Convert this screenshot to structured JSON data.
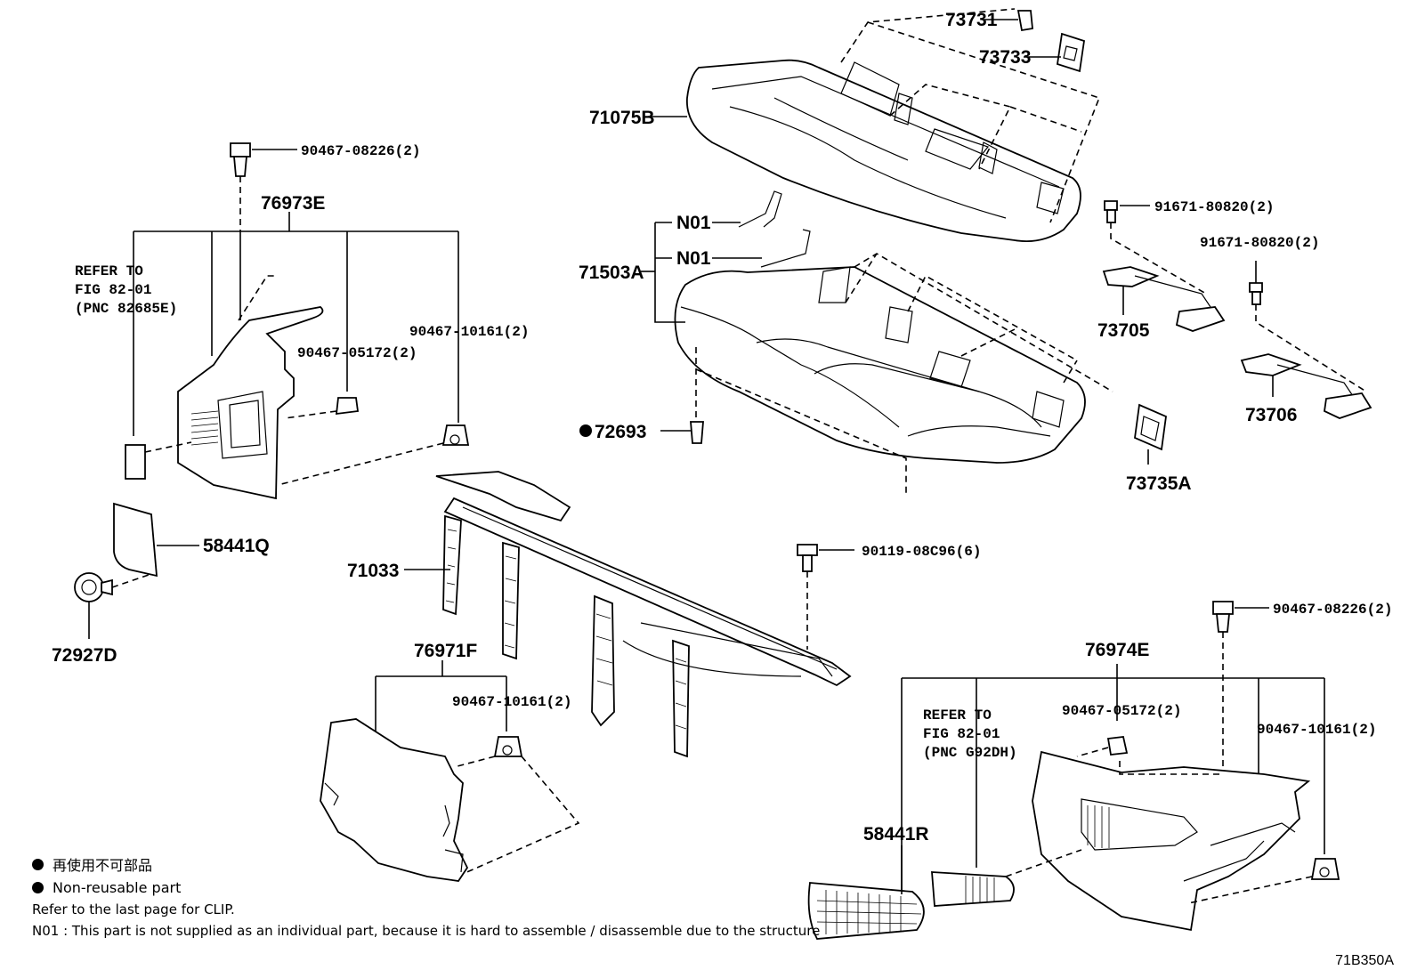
{
  "diagram_id": "71B350A",
  "parts": {
    "p73731": "73731",
    "p73733": "73733",
    "p71075B": "71075B",
    "p91671_a": "91671-80820(2)",
    "p91671_b": "91671-80820(2)",
    "p73705": "73705",
    "p73706": "73706",
    "p73735A": "73735A",
    "p71503A": "71503A",
    "n01_a": "N01",
    "n01_b": "N01",
    "p72693": "72693",
    "p90467_08226_left": "90467-08226(2)",
    "p76973E": "76973E",
    "p90467_05172_left": "90467-05172(2)",
    "p90467_10161_left": "90467-10161(2)",
    "p58441Q": "58441Q",
    "p72927D": "72927D",
    "p71033": "71033",
    "p90119": "90119-08C96(6)",
    "p76971F": "76971F",
    "p90467_10161_mid": "90467-10161(2)",
    "p90467_08226_right": "90467-08226(2)",
    "p76974E": "76974E",
    "p90467_05172_right": "90467-05172(2)",
    "p90467_10161_right": "90467-10161(2)",
    "p58441R": "58441R"
  },
  "refs": {
    "left": {
      "line1": "REFER TO",
      "line2": "FIG 82-01",
      "line3": "(PNC 82685E)"
    },
    "right": {
      "line1": "REFER TO",
      "line2": "FIG 82-01",
      "line3": "(PNC G92DH)"
    }
  },
  "notes": {
    "non_reusable_jp": "再使用不可部品",
    "non_reusable_en": "Non-reusable part",
    "clip_note": "Refer to the last page for CLIP.",
    "n01_note": "N01 : This part is not supplied as an individual part, because it is hard to assemble / disassemble due to the structure"
  }
}
